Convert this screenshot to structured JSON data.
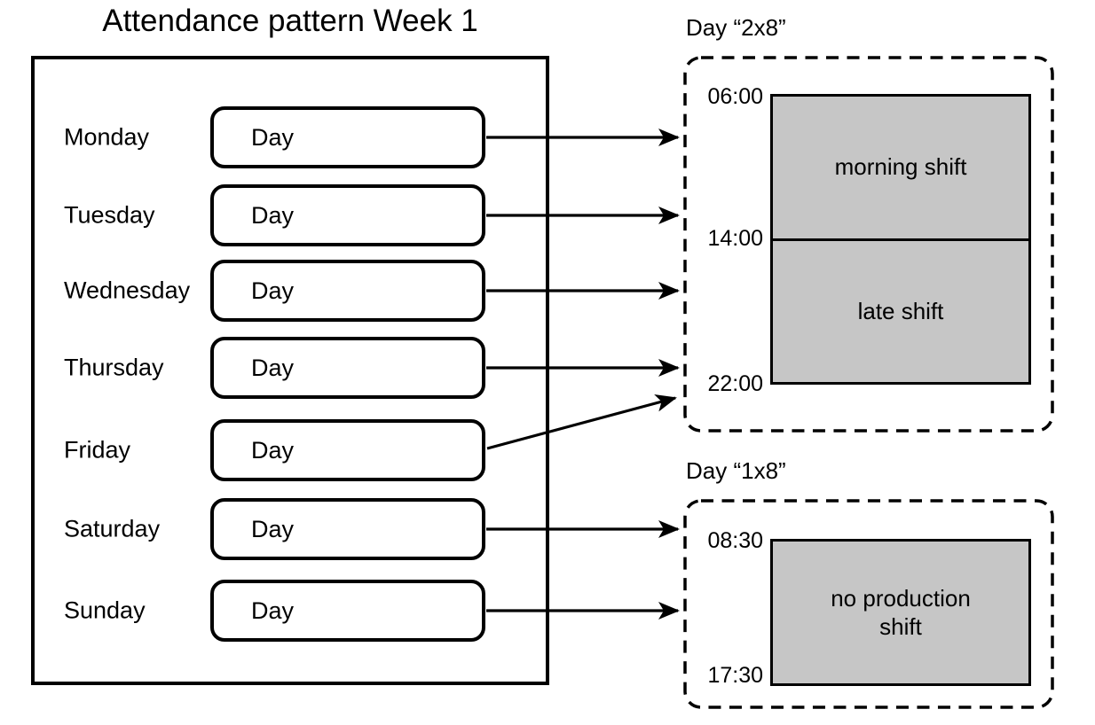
{
  "title": "Attendance pattern Week 1",
  "week_panel": {
    "box_label": "Day",
    "days": [
      {
        "name": "Monday",
        "pattern": "2x8"
      },
      {
        "name": "Tuesday",
        "pattern": "2x8"
      },
      {
        "name": "Wednesday",
        "pattern": "2x8"
      },
      {
        "name": "Thursday",
        "pattern": "2x8"
      },
      {
        "name": "Friday",
        "pattern": "2x8"
      },
      {
        "name": "Saturday",
        "pattern": "1x8"
      },
      {
        "name": "Sunday",
        "pattern": "1x8"
      }
    ]
  },
  "patterns": [
    {
      "label": "Day “2x8”",
      "time_marks": [
        "06:00",
        "14:00",
        "22:00"
      ],
      "shifts": [
        {
          "name": "morning shift",
          "start": "06:00",
          "end": "14:00"
        },
        {
          "name": "late shift",
          "start": "14:00",
          "end": "22:00"
        }
      ]
    },
    {
      "label": "Day “1x8”",
      "time_marks": [
        "08:30",
        "17:30"
      ],
      "shifts": [
        {
          "name": "no production shift",
          "start": "08:30",
          "end": "17:30"
        }
      ]
    }
  ],
  "colors": {
    "shift_block_fill": "#c6c6c6",
    "line": "#000000",
    "background": "#ffffff"
  }
}
